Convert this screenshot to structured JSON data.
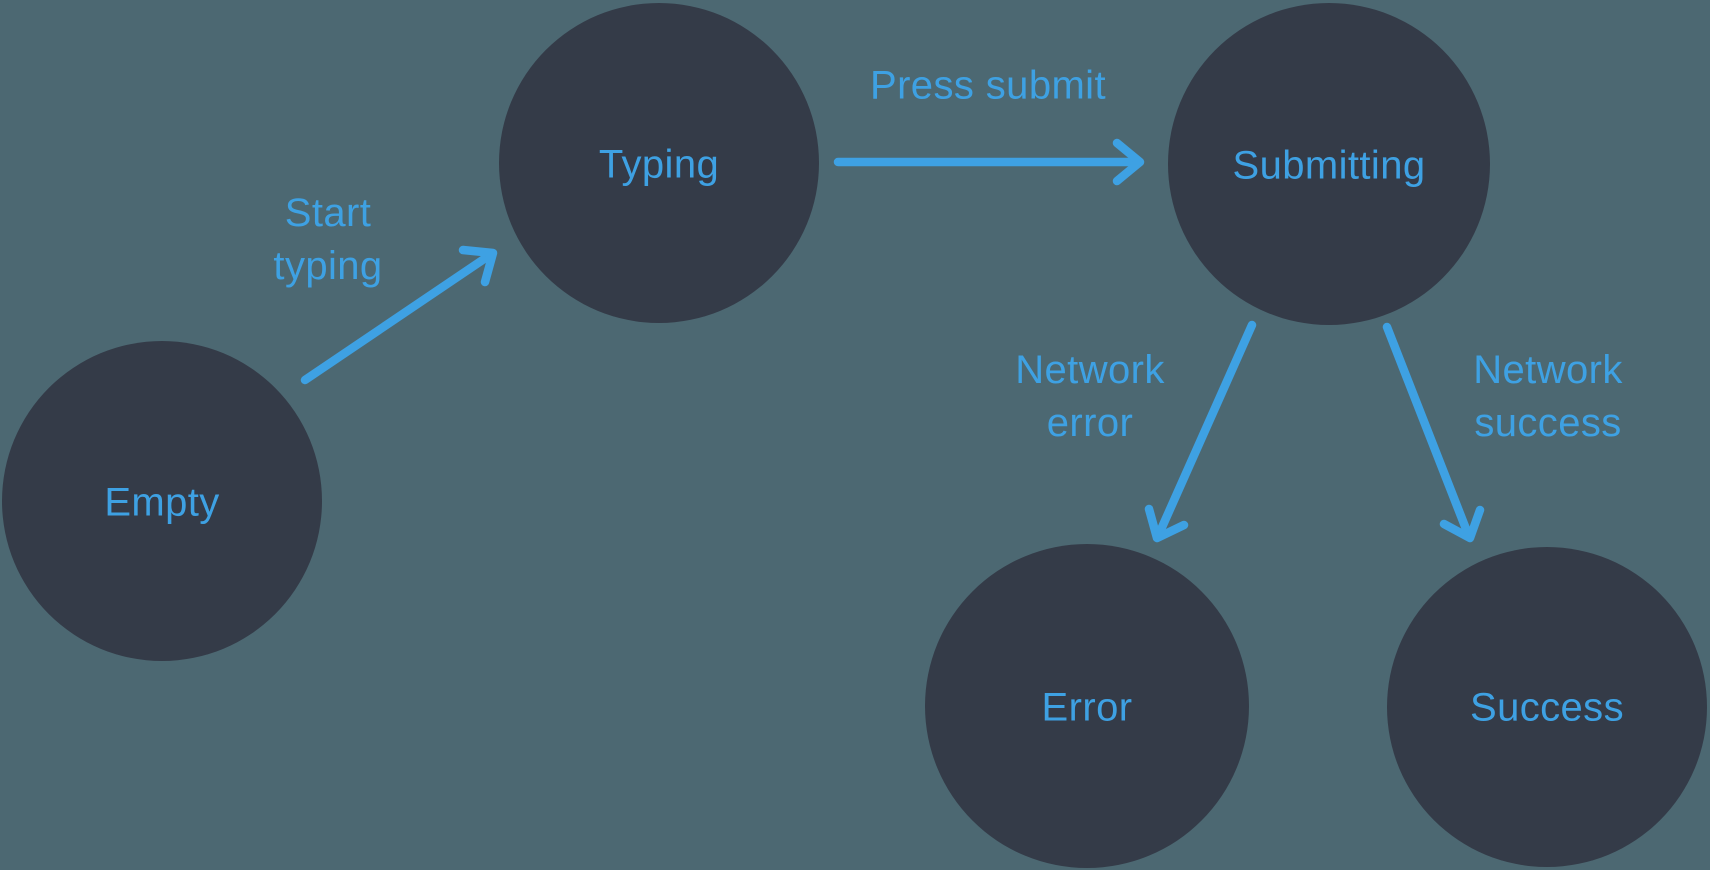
{
  "diagram": {
    "colors": {
      "background": "#4C6872",
      "node_fill": "#343B48",
      "accent": "#3EA1E3"
    },
    "states": [
      {
        "id": "empty",
        "label": "Empty"
      },
      {
        "id": "typing",
        "label": "Typing"
      },
      {
        "id": "submitting",
        "label": "Submitting"
      },
      {
        "id": "error",
        "label": "Error"
      },
      {
        "id": "success",
        "label": "Success"
      }
    ],
    "transitions": [
      {
        "id": "start-typing",
        "label": "Start\ntyping",
        "from": "Empty",
        "to": "Typing"
      },
      {
        "id": "press-submit",
        "label": "Press submit",
        "from": "Typing",
        "to": "Submitting"
      },
      {
        "id": "network-error",
        "label": "Network\nerror",
        "from": "Submitting",
        "to": "Error"
      },
      {
        "id": "network-success",
        "label": "Network\nsuccess",
        "from": "Submitting",
        "to": "Success"
      }
    ]
  }
}
